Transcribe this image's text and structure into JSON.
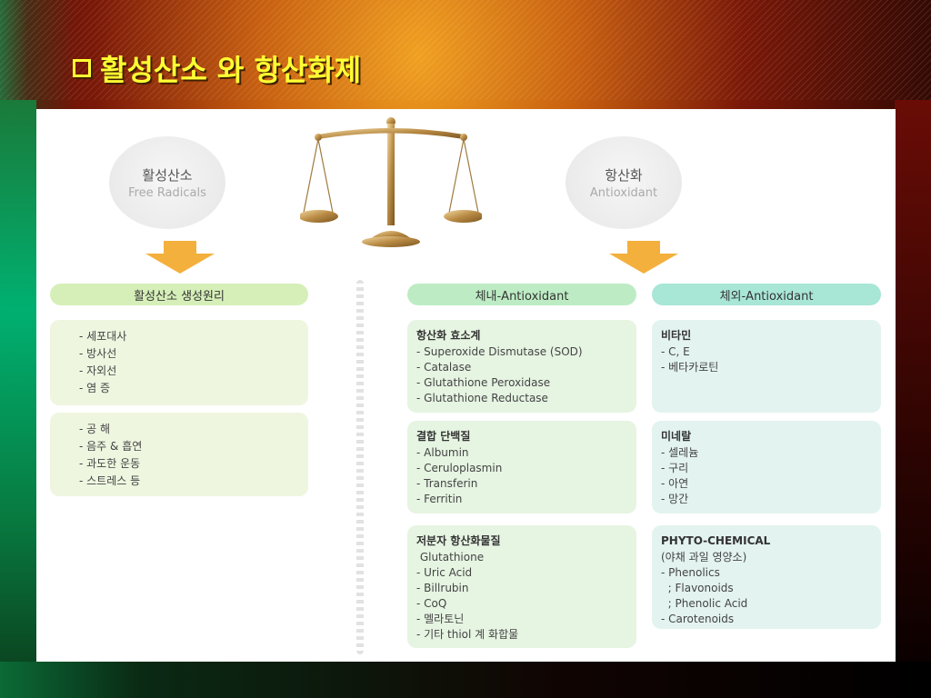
{
  "title": "활성산소 와 항산화제",
  "left_circle": {
    "ko": "활성산소",
    "en": "Free Radicals"
  },
  "right_circle": {
    "ko": "항산화",
    "en": "Antioxidant"
  },
  "left_header": "활성산소 생성원리",
  "left_box1": [
    "- 세포대사",
    "- 방사선",
    "- 자외선",
    "- 염 증"
  ],
  "left_box2": [
    "- 공 해",
    "- 음주 & 흡연",
    "- 과도한 운동",
    "- 스트레스 등"
  ],
  "mid_header": "체내-Antioxidant",
  "right_header": "체외-Antioxidant",
  "mid_box1": {
    "head": "항산화 효소계",
    "lines": [
      "- Superoxide Dismutase (SOD)",
      "- Catalase",
      "- Glutathione Peroxidase",
      "- Glutathione Reductase"
    ]
  },
  "mid_box2": {
    "head": "결합 단백질",
    "lines": [
      "- Albumin",
      "- Ceruloplasmin",
      "- Transferin",
      "- Ferritin"
    ]
  },
  "mid_box3": {
    "head": "저분자 항산화물질",
    "lines": [
      " Glutathione",
      "- Uric Acid",
      "- Billrubin",
      "- CoQ",
      "- 멜라토닌",
      "- 기타 thiol 계 화합물"
    ]
  },
  "right_box1": {
    "head": "비타민",
    "lines": [
      "- C, E",
      "- 베타카로틴"
    ]
  },
  "right_box2": {
    "head": "미네랄",
    "lines": [
      "- 셀레늄",
      "- 구리",
      "- 아연",
      "- 망간"
    ]
  },
  "right_box3": {
    "head": "PHYTO-CHEMICAL",
    "lines": [
      "(야채 과일 영양소)",
      "- Phenolics",
      "  ; Flavonoids",
      "  ; Phenolic Acid",
      "- Carotenoids"
    ]
  },
  "colors": {
    "title": "#ffff33",
    "arrow": "#f4b03c",
    "pill_green": "#d6efb8",
    "pill_teal": "#a8e6d6"
  }
}
